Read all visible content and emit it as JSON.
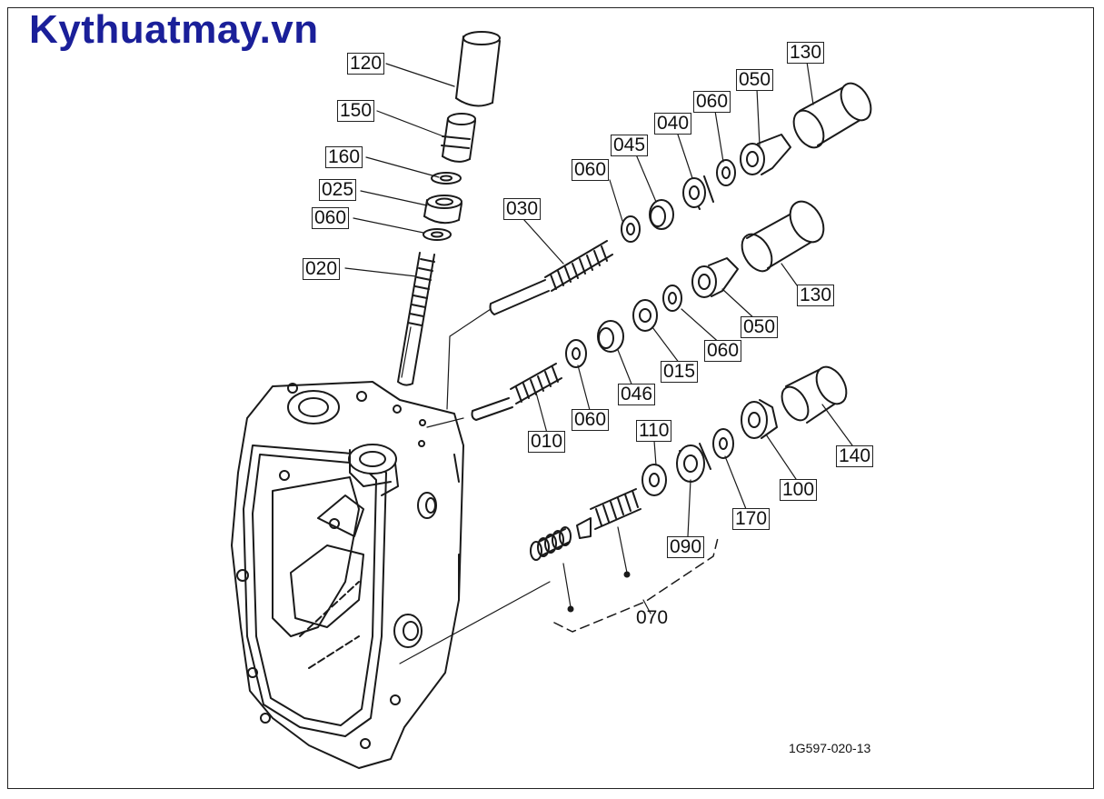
{
  "brand": "Kythuatmay.vn",
  "drawing_code": "1G597-020-13",
  "parts": {
    "p120": "120",
    "p150": "150",
    "p160": "160",
    "p025": "025",
    "p060a": "060",
    "p020": "020",
    "p030": "030",
    "p060b": "060",
    "p045": "045",
    "p040": "040",
    "p060c": "060",
    "p050a": "050",
    "p130a": "130",
    "p130b": "130",
    "p050b": "050",
    "p060d": "060",
    "p015": "015",
    "p046": "046",
    "p060e": "060",
    "p010": "010",
    "p110": "110",
    "p140": "140",
    "p100": "100",
    "p170": "170",
    "p090": "090",
    "p070": "070"
  },
  "colors": {
    "brand": "#1a1f99",
    "line": "#1a1a1a"
  }
}
